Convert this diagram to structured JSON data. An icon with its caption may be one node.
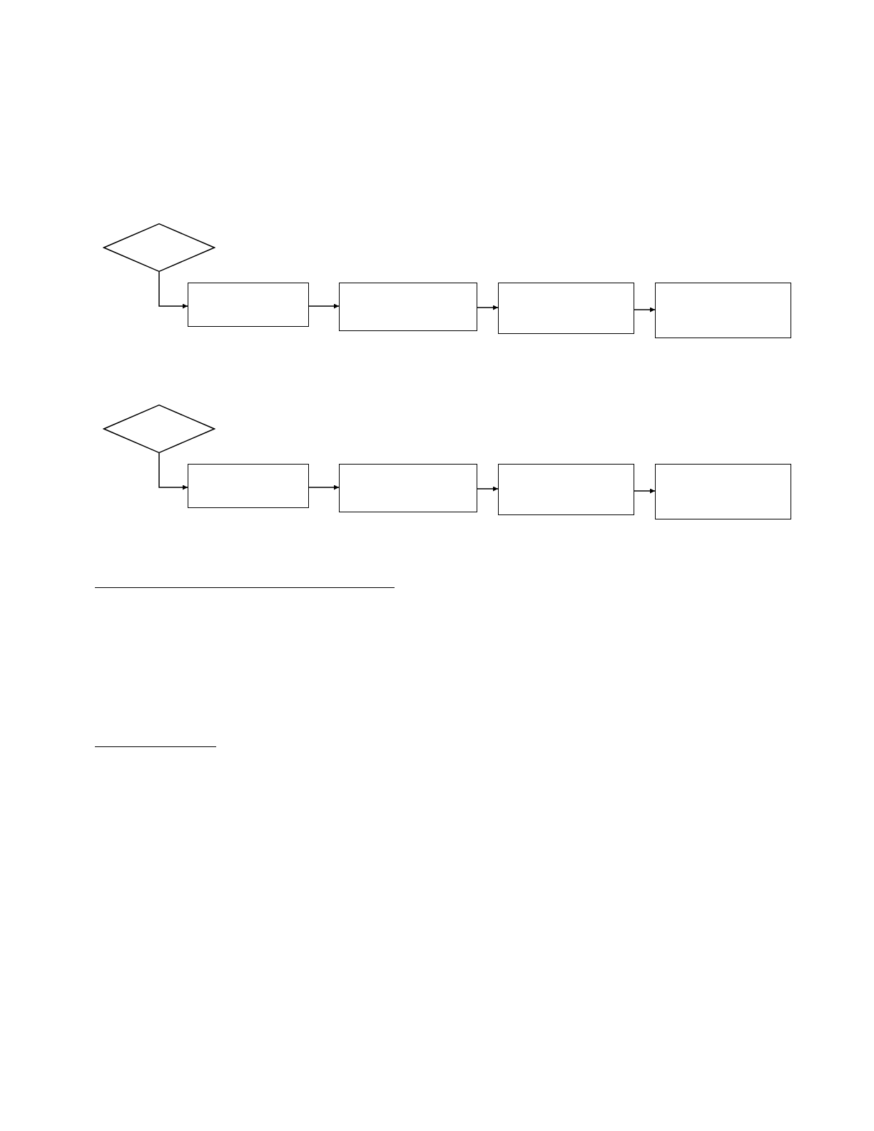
{
  "diagram": {
    "nodes": [
      {
        "text": [],
        "shape": "diamond"
      },
      {
        "text": [],
        "shape": "box"
      },
      {
        "text": [],
        "shape": "box"
      },
      {
        "text": [],
        "shape": "box"
      },
      {
        "text": [],
        "shape": "box"
      },
      {
        "text": [],
        "shape": "diamond"
      },
      {
        "text": [],
        "shape": "box"
      },
      {
        "text": [],
        "shape": "box"
      },
      {
        "text": [],
        "shape": "box"
      },
      {
        "text": [],
        "shape": "box"
      }
    ],
    "edges": [
      {
        "from": 0,
        "to": 1,
        "arrow": "to"
      },
      {
        "from": 1,
        "to": 2,
        "arrow": "to"
      },
      {
        "from": 2,
        "to": 3,
        "arrow": "to"
      },
      {
        "from": 3,
        "to": 4,
        "arrow": "to"
      },
      {
        "from": 5,
        "to": 6,
        "arrow": "to"
      },
      {
        "from": 6,
        "to": 7,
        "arrow": "to"
      },
      {
        "from": 7,
        "to": 8,
        "arrow": "to"
      },
      {
        "from": 8,
        "to": 9,
        "arrow": "to"
      }
    ]
  }
}
